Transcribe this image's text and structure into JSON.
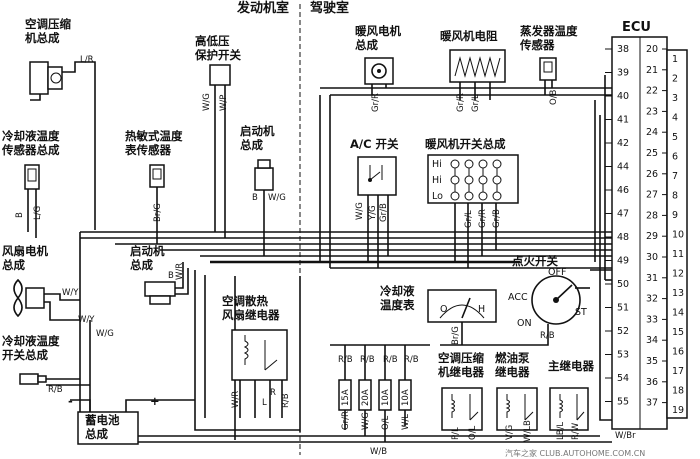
{
  "sections": {
    "engine_room": "发动机室",
    "cab": "驾驶室"
  },
  "ecu": {
    "title": "ECU",
    "outer_pins": [
      "38",
      "39",
      "40",
      "41",
      "42",
      "44",
      "46",
      "47",
      "48",
      "49",
      "50",
      "51",
      "52",
      "53",
      "54",
      "55"
    ],
    "inner_pins": [
      "20",
      "21",
      "22",
      "23",
      "24",
      "25",
      "26",
      "27",
      "28",
      "29",
      "30",
      "31",
      "32",
      "33",
      "34",
      "35",
      "36",
      "37"
    ],
    "connector_pins": [
      "1",
      "2",
      "3",
      "4",
      "5",
      "6",
      "7",
      "8",
      "9",
      "10",
      "11",
      "12",
      "13",
      "14",
      "15",
      "16",
      "17",
      "18",
      "19"
    ]
  },
  "components": {
    "ac_compressor": "空调压缩\n机总成",
    "pressure_switch": "高低压\n保护开关",
    "blower_motor": "暖风电机\n总成",
    "blower_resistor": "暖风机电阻",
    "evap_sensor": "蒸发器温度\n传感器",
    "coolant_sensor": "冷却液温度\n传感器总成",
    "thermistor_sensor": "热敏式温度\n表传感器",
    "starter_top": "启动机\n总成",
    "ac_switch": "A/C 开关",
    "blower_switch": "暖风机开关总成",
    "fan_motor": "风扇电机\n总成",
    "starter_mid": "启动机\n总成",
    "fan_relay": "空调散热\n风扇继电器",
    "ignition_switch": "点火开关",
    "coolant_gauge": "冷却液\n温度表",
    "coolant_temp_switch": "冷却液温度\n开关总成",
    "battery": "蓄电池\n总成",
    "compressor_relay": "空调压缩\n机继电器",
    "fuel_pump_relay": "燃油泵\n继电器",
    "main_relay": "主继电器"
  },
  "switch_labels": {
    "hi": "Hi",
    "lo": "Lo",
    "off": "OFF",
    "acc": "ACC",
    "on": "ON",
    "st": "ST",
    "gauge_o": "O",
    "gauge_h": "H"
  },
  "fuses": [
    "15A",
    "20A",
    "10A",
    "10A"
  ],
  "wire_labels": {
    "l_r": "L/R",
    "w_g": "W/G",
    "w_p": "W/P",
    "gr_r": "Gr/R",
    "gr_l": "Gr/L",
    "o_b": "O/B",
    "b": "B",
    "l_g": "L/G",
    "br_g": "Br/G",
    "w_y": "W/Y",
    "r_b": "R/B",
    "w_r": "W/R",
    "y_g": "Y/G",
    "gr_b": "Gr/B",
    "w_l": "W/L",
    "p_l": "P/L",
    "o_l": "O/L",
    "v_g": "V/G",
    "w_lb": "W/LB",
    "lb_l": "LB/L",
    "r_w": "R/W",
    "w_br": "W/Br",
    "w_b": "W/B",
    "r": "R",
    "l": "L",
    "w": "W",
    "plus": "+",
    "minus": "-"
  },
  "watermark": "汽车之家 CLUB.AUTOHOME.COM.CN"
}
